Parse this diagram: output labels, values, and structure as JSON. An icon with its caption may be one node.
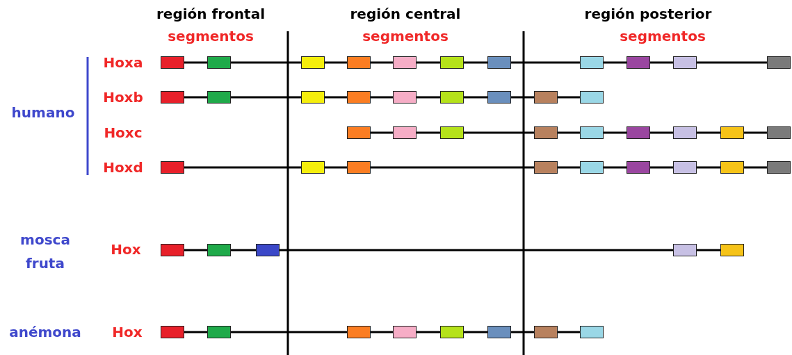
{
  "diagram": {
    "nodes": [
      {
        "text": [],
        "shape": "box"
      },
      {
        "text": [],
        "shape": "box"
      },
      {
        "text": [],
        "shape": "box"
      },
      {
        "text": [],
        "shape": "box"
      },
      {
        "text": [],
        "shape": "box"
      },
      {
        "text": [],
        "shape": "box"
      },
      {
        "text": [],
        "shape": "box"
      },
      {
        "text": [],
        "shape": "box"
      },
      {
        "text": [],
        "shape": "box"
      },
      {
        "text": [],
        "shape": "box"
      },
      {
        "text": [],
        "shape": "box"
      },
      {
        "text": [],
        "shape": "box"
      },
      {
        "text": [],
        "shape": "box"
      },
      {
        "text": [],
        "shape": "box"
      },
      {
        "text": [],
        "shape": "box"
      },
      {
        "text": [],
        "shape": "box"
      },
      {
        "text": [],
        "shape": "box"
      },
      {
        "text": [],
        "shape": "box"
      },
      {
        "text": [],
        "shape": "box"
      },
      {
        "text": [],
        "shape": "box"
      },
      {
        "text": [],
        "shape": "box"
      },
      {
        "text": [],
        "shape": "box"
      },
      {
        "text": [],
        "shape": "box"
      },
      {
        "text": [],
        "shape": "box"
      },
      {
        "text": [],
        "shape": "box"
      },
      {
        "text": [],
        "shape": "box"
      },
      {
        "text": [],
        "shape": "box"
      },
      {
        "text": [],
        "shape": "box"
      },
      {
        "text": [],
        "shape": "box"
      },
      {
        "text": [],
        "shape": "box"
      },
      {
        "text": [],
        "shape": "box"
      },
      {
        "text": [],
        "shape": "box"
      },
      {
        "text": [],
        "shape": "box"
      },
      {
        "text": [],
        "shape": "box"
      },
      {
        "text": [],
        "shape": "box"
      },
      {
        "text": [],
        "shape": "box"
      },
      {
        "text": [],
        "shape": "box"
      },
      {
        "text": [],
        "shape": "box"
      },
      {
        "text": [],
        "shape": "box"
      },
      {
        "text": [],
        "shape": "box"
      },
      {
        "text": [],
        "shape": "box"
      },
      {
        "text": [],
        "shape": "box"
      },
      {
        "text": [],
        "shape": "box"
      },
      {
        "text": [],
        "shape": "box"
      },
      {
        "text": [],
        "shape": "box"
      },
      {
        "text": [],
        "shape": "box"
      },
      {
        "text": [],
        "shape": "box"
      },
      {
        "text": [],
        "shape": "box"
      },
      {
        "text": [],
        "shape": "box"
      },
      {
        "text": [],
        "shape": "box"
      },
      {
        "text": [],
        "shape": "box"
      }
    ],
    "edges": [
      {
        "from": 0,
        "to": 1,
        "arrow": "none"
      },
      {
        "from": 1,
        "to": 2,
        "arrow": "none"
      },
      {
        "from": 2,
        "to": 3,
        "arrow": "none"
      },
      {
        "from": 3,
        "to": 4,
        "arrow": "none"
      },
      {
        "from": 4,
        "to": 5,
        "arrow": "none"
      },
      {
        "from": 5,
        "to": 6,
        "arrow": "none"
      },
      {
        "from": 6,
        "to": 7,
        "arrow": "none"
      },
      {
        "from": 7,
        "to": 8,
        "arrow": "none"
      },
      {
        "from": 8,
        "to": 9,
        "arrow": "none"
      },
      {
        "from": 9,
        "to": 10,
        "arrow": "none"
      },
      {
        "from": 11,
        "to": 12,
        "arrow": "none"
      },
      {
        "from": 12,
        "to": 13,
        "arrow": "none"
      },
      {
        "from": 13,
        "to": 14,
        "arrow": "none"
      },
      {
        "from": 14,
        "to": 15,
        "arrow": "none"
      },
      {
        "from": 15,
        "to": 16,
        "arrow": "none"
      },
      {
        "from": 16,
        "to": 17,
        "arrow": "none"
      },
      {
        "from": 17,
        "to": 18,
        "arrow": "none"
      },
      {
        "from": 18,
        "to": 19,
        "arrow": "none"
      },
      {
        "from": 20,
        "to": 21,
        "arrow": "none"
      },
      {
        "from": 21,
        "to": 22,
        "arrow": "none"
      },
      {
        "from": 22,
        "to": 23,
        "arrow": "none"
      },
      {
        "from": 23,
        "to": 24,
        "arrow": "none"
      },
      {
        "from": 24,
        "to": 25,
        "arrow": "none"
      },
      {
        "from": 25,
        "to": 26,
        "arrow": "none"
      },
      {
        "from": 26,
        "to": 27,
        "arrow": "none"
      },
      {
        "from": 27,
        "to": 28,
        "arrow": "none"
      },
      {
        "from": 29,
        "to": 30,
        "arrow": "none"
      },
      {
        "from": 30,
        "to": 31,
        "arrow": "none"
      },
      {
        "from": 31,
        "to": 32,
        "arrow": "none"
      },
      {
        "from": 32,
        "to": 33,
        "arrow": "none"
      },
      {
        "from": 33,
        "to": 34,
        "arrow": "none"
      },
      {
        "from": 34,
        "to": 35,
        "arrow": "none"
      },
      {
        "from": 35,
        "to": 36,
        "arrow": "none"
      },
      {
        "from": 36,
        "to": 37,
        "arrow": "none"
      },
      {
        "from": 38,
        "to": 39,
        "arrow": "none"
      },
      {
        "from": 39,
        "to": 40,
        "arrow": "none"
      },
      {
        "from": 40,
        "to": 41,
        "arrow": "none"
      },
      {
        "from": 41,
        "to": 42,
        "arrow": "none"
      },
      {
        "from": 43,
        "to": 44,
        "arrow": "none"
      },
      {
        "from": 44,
        "to": 45,
        "arrow": "none"
      },
      {
        "from": 45,
        "to": 46,
        "arrow": "none"
      },
      {
        "from": 46,
        "to": 47,
        "arrow": "none"
      },
      {
        "from": 47,
        "to": 48,
        "arrow": "none"
      },
      {
        "from": 48,
        "to": 49,
        "arrow": "none"
      },
      {
        "from": 49,
        "to": 50,
        "arrow": "none"
      }
    ],
    "labels": [
      "región frontal",
      "región central",
      "región posterior",
      "segmentos",
      "segmentos",
      "segmentos",
      "Hoxa",
      "humano",
      "Hoxb",
      "Hoxc",
      "Hoxd",
      "mosca fruta",
      "Hox",
      "anémona",
      "Hox"
    ]
  }
}
